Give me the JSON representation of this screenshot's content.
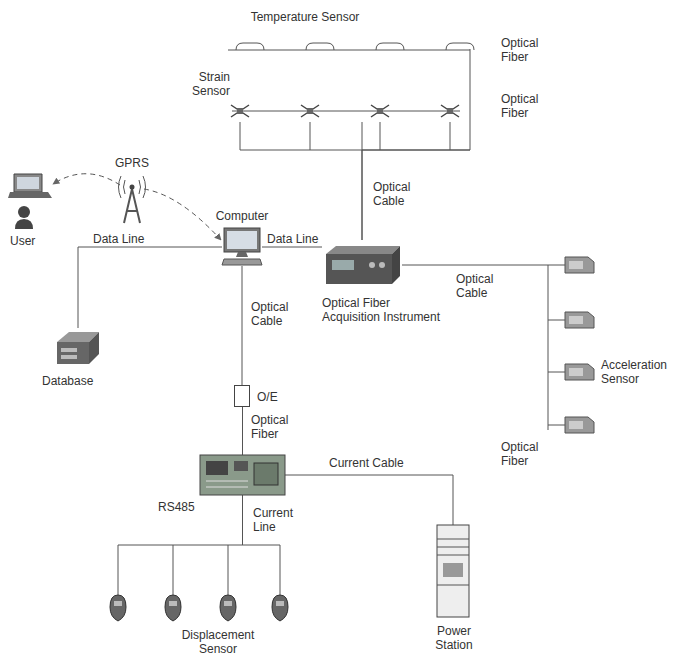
{
  "diagram": {
    "nodes": [
      {
        "text": [
          "Temperature Sensor"
        ]
      },
      {
        "text": [
          "Strain Sensor"
        ]
      },
      {
        "text": [
          "GPRS"
        ]
      },
      {
        "text": [
          "User"
        ]
      },
      {
        "text": [
          "Computer"
        ]
      },
      {
        "text": [
          "Optical Fiber Acquisition Instrument"
        ]
      },
      {
        "text": [
          "Acceleration Sensor"
        ]
      },
      {
        "text": [
          "Database"
        ]
      },
      {
        "text": [
          "O/E"
        ]
      },
      {
        "text": [
          "RS485"
        ]
      },
      {
        "text": [
          "Power Station"
        ]
      },
      {
        "text": [
          "Displacement Sensor"
        ]
      }
    ],
    "edges": [
      {
        "from": 0,
        "to": 5,
        "arrow": "none"
      },
      {
        "from": 1,
        "to": 5,
        "label": "Optical Cable",
        "arrow": "none"
      },
      {
        "from": 2,
        "to": 3,
        "arrow": "to"
      },
      {
        "from": 2,
        "to": 4,
        "arrow": "to"
      },
      {
        "from": 4,
        "to": 5,
        "label": "Data Line",
        "arrow": "none"
      },
      {
        "from": 4,
        "to": 7,
        "label": "Data Line",
        "arrow": "none"
      },
      {
        "from": 4,
        "to": 8,
        "label": "Optical Cable",
        "arrow": "none"
      },
      {
        "from": 8,
        "to": 9,
        "label": "Optical Fiber",
        "arrow": "none"
      },
      {
        "from": 5,
        "to": 6,
        "label": "Optical Cable",
        "arrow": "none"
      },
      {
        "from": 9,
        "to": 10,
        "label": "Current Cable",
        "arrow": "none"
      },
      {
        "from": 9,
        "to": 11,
        "label": "Current Line",
        "arrow": "none"
      }
    ],
    "labels": [
      "Optical Fiber",
      "Optical Fiber",
      "Optical Fiber"
    ]
  }
}
